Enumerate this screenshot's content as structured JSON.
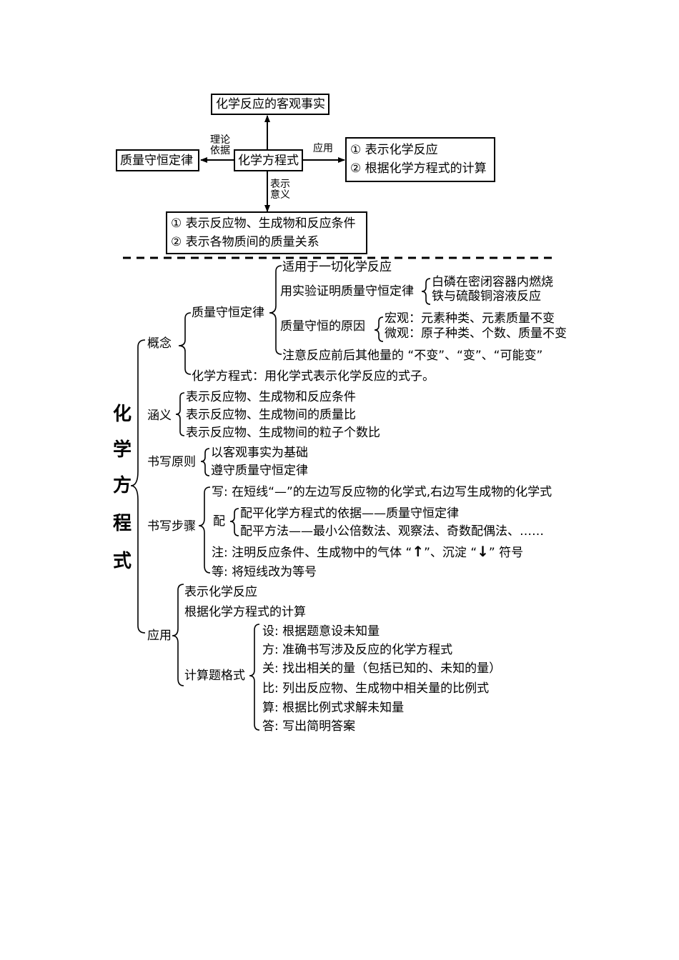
{
  "top": {
    "objective_facts": "化学反应的客观事实",
    "equation": "化学方程式",
    "conservation_law": "质量守恒定律",
    "theory_basis": [
      "理论",
      "依据"
    ],
    "application_label": "应用",
    "meaning_label": [
      "表示",
      "意义"
    ],
    "applications": [
      "① 表示化学反应",
      "② 根据化学方程式的计算"
    ],
    "meanings": [
      "① 表示反应物、生成物和反应条件",
      "② 表示各物质间的质量关系"
    ]
  },
  "tree": {
    "root": [
      "化",
      "学",
      "方",
      "程",
      "式"
    ],
    "concept": {
      "label": "概念",
      "conservation": {
        "label": "质量守恒定律",
        "scope": "适用于一切化学反应",
        "experiment": {
          "label": "用实验证明质量守恒定律",
          "items": [
            "白磷在密闭容器内燃烧",
            "铁与硫酸铜溶液反应"
          ]
        },
        "reason": {
          "label": "质量守恒的原因",
          "items": [
            "宏观：元素种类、元素质量不变",
            "微观：原子种类、个数、质量不变"
          ]
        },
        "note": "注意反应前后其他量的 “不变”、“变”、“可能变”"
      },
      "equation_def": "化学方程式：用化学式表示化学反应的式子。"
    },
    "meaning": {
      "label": "涵义",
      "items": [
        "表示反应物、生成物和反应条件",
        "表示反应物、生成物间的质量比",
        "表示反应物、生成物间的粒子个数比"
      ]
    },
    "principles": {
      "label": "书写原则",
      "items": [
        "以客观事实为基础",
        "遵守质量守恒定律"
      ]
    },
    "steps": {
      "label": "书写步骤",
      "write": "写: 在短线“—”的左边写反应物的化学式,右边写生成物的化学式",
      "balance_label": "配",
      "balance_items": [
        "配平化学方程式的依据——质量守恒定律",
        "配平方法——最小公倍数法、观察法、奇数配偶法、……"
      ],
      "note_a": "注:  注明反应条件、生成物中的气体 “",
      "up_arrow": "↑",
      "note_b": "”、沉淀 “",
      "down_arrow": "↓",
      "note_c": "” 符号",
      "equal": "等:  将短线改为等号"
    },
    "application": {
      "label": "应用",
      "items": [
        "表示化学反应",
        "根据化学方程式的计算"
      ],
      "format": {
        "label": "计算题格式",
        "items": [
          "设:  根据题意设未知量",
          "方:  准确书写涉及反应的化学方程式",
          "关:  找出相关的量（包括已知的、未知的量）",
          "比:  列出反应物、生成物中相关量的比例式",
          "算:  根据比例式求解未知量",
          "答:  写出简明答案"
        ]
      }
    }
  }
}
